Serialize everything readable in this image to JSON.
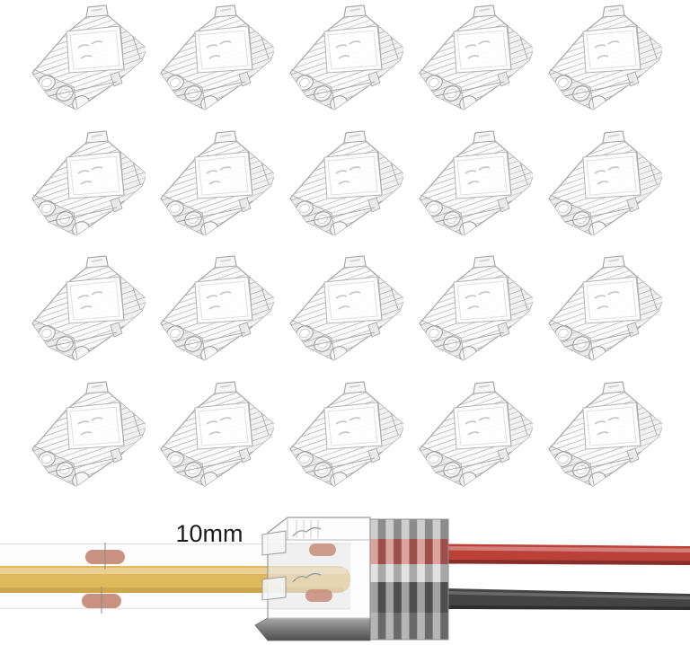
{
  "page": {
    "background": "#ffffff"
  },
  "connector_grid": {
    "item_name": "transparent LED strip connector",
    "rows": 4,
    "columns": 5,
    "count": 20
  },
  "diagram": {
    "width_label": "10mm",
    "strip": {
      "body_color": "#fdfdfd",
      "edge_color": "#e0e0e0",
      "cob_band_color": "#e0b95c",
      "copper_pad_color": "#c9917f",
      "cut_line_color": "#8a8a8a"
    },
    "connector": {
      "outline_color": "#999999",
      "body_fill": "rgba(252,252,252,0.55)",
      "base_dark_color": "#5a5a5a",
      "housing_color": "#b9b9b9"
    },
    "wires": {
      "positive_color": "#bb4038",
      "negative_color": "#454444"
    }
  }
}
